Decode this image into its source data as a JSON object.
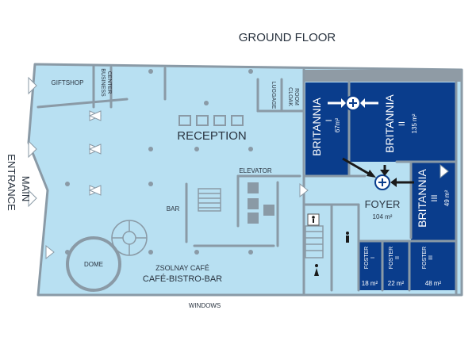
{
  "title": "GROUND FLOOR",
  "side_label": {
    "line1": "MAIN",
    "line2": "ENTRANCE"
  },
  "bottom_label": "WINDOWS",
  "colors": {
    "floor": "#b8e0f2",
    "conference": "#0a3d8c",
    "walls": "#8a9aa6",
    "text_dark": "#2a3440",
    "text_light": "#ffffff"
  },
  "rooms": {
    "giftshop": "GIFTSHOP",
    "business_center": {
      "line1": "BUSINESS",
      "line2": "CENTER"
    },
    "luggage": "LUGGAGE",
    "cloakroom": {
      "line1": "CLOAK",
      "line2": "ROOM"
    },
    "reception": "RECEPTION",
    "elevator": "ELEVATOR",
    "bar": "BAR",
    "dome": "DOME",
    "cafe_name": "ZSOLNAY CAFÉ",
    "cafe_sub": "CAFÉ-BISTRO-BAR",
    "foyer": {
      "name": "FOYER",
      "area": "104 m²"
    },
    "britannia_1": {
      "name": "BRITANNIA",
      "num": "I",
      "area": "67m²"
    },
    "britannia_2": {
      "name": "BRITANNIA",
      "num": "II",
      "area": "135 m²"
    },
    "britannia_3": {
      "name": "BRITANNIA",
      "num": "III",
      "area": "49 m²"
    },
    "foster_1": {
      "name": "FOSTER",
      "num": "I",
      "area": "18 m²"
    },
    "foster_2": {
      "name": "FOSTER",
      "num": "II",
      "area": "22 m²"
    },
    "foster_3": {
      "name": "FOSTER",
      "num": "III",
      "area": "48 m²"
    }
  },
  "icons": [
    "add-location-icon",
    "accessible-toilet-icon",
    "mens-toilet-icon",
    "womens-toilet-icon",
    "elevator-icon",
    "stairs-icon"
  ]
}
